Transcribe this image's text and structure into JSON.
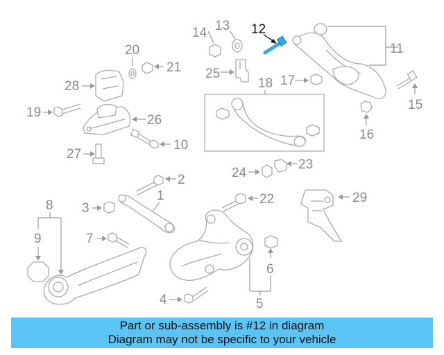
{
  "diagram": {
    "highlighted_part": "12",
    "highlight_color": "#3aa7de",
    "labels": {
      "p1": "1",
      "p2": "2",
      "p3": "3",
      "p4": "4",
      "p5": "5",
      "p6": "6",
      "p7": "7",
      "p8": "8",
      "p9": "9",
      "p10": "10",
      "p11": "11",
      "p12": "12",
      "p13": "13",
      "p14": "14",
      "p15": "15",
      "p16": "16",
      "p17": "17",
      "p18": "18",
      "p19": "19",
      "p20": "20",
      "p21": "21",
      "p22": "22",
      "p23": "23",
      "p24": "24",
      "p25": "25",
      "p26": "26",
      "p27": "27",
      "p28": "28",
      "p29": "29"
    }
  },
  "banner": {
    "line1": "Part or sub-assembly is #12 in diagram",
    "line2": "Diagram may not be specific to your vehicle",
    "background": "#5bc4f5"
  }
}
